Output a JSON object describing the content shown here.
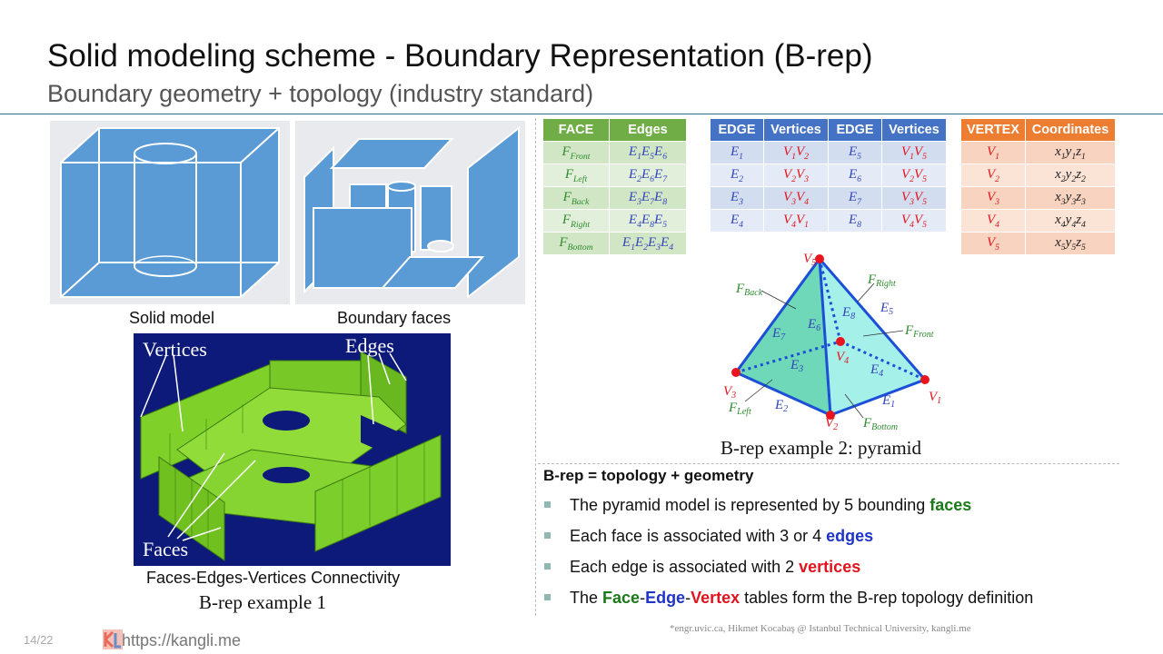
{
  "header": {
    "title": "Solid modeling scheme - Boundary Representation (B-rep)",
    "subtitle": "Boundary geometry + topology (industry standard)"
  },
  "left_panel": {
    "solid_model_caption": "Solid model",
    "boundary_faces_caption": "Boundary faces",
    "example1": {
      "labels": {
        "vertices": "Vertices",
        "edges": "Edges",
        "faces": "Faces"
      },
      "caption": "Faces-Edges-Vertices Connectivity",
      "title": "B-rep example 1"
    }
  },
  "face_table": {
    "headers": [
      "FACE",
      "Edges"
    ],
    "rows": [
      {
        "face": "F",
        "face_sub": "Front",
        "edges": [
          [
            "E",
            "1"
          ],
          [
            "E",
            "5"
          ],
          [
            "E",
            "6"
          ]
        ]
      },
      {
        "face": "F",
        "face_sub": "Left",
        "edges": [
          [
            "E",
            "2"
          ],
          [
            "E",
            "6"
          ],
          [
            "E",
            "7"
          ]
        ]
      },
      {
        "face": "F",
        "face_sub": "Back",
        "edges": [
          [
            "E",
            "3"
          ],
          [
            "E",
            "7"
          ],
          [
            "E",
            "8"
          ]
        ]
      },
      {
        "face": "F",
        "face_sub": "Right",
        "edges": [
          [
            "E",
            "4"
          ],
          [
            "E",
            "8"
          ],
          [
            "E",
            "5"
          ]
        ]
      },
      {
        "face": "F",
        "face_sub": "Bottom",
        "edges": [
          [
            "E",
            "1"
          ],
          [
            "E",
            "2"
          ],
          [
            "E",
            "3"
          ],
          [
            "E",
            "4"
          ]
        ]
      }
    ]
  },
  "edge_table": {
    "headers": [
      "EDGE",
      "Vertices",
      "EDGE",
      "Vertices"
    ],
    "rows": [
      {
        "e1": "1",
        "v1": [
          "1",
          "2"
        ],
        "e2": "5",
        "v2": [
          "1",
          "5"
        ]
      },
      {
        "e1": "2",
        "v1": [
          "2",
          "3"
        ],
        "e2": "6",
        "v2": [
          "2",
          "5"
        ]
      },
      {
        "e1": "3",
        "v1": [
          "3",
          "4"
        ],
        "e2": "7",
        "v2": [
          "3",
          "5"
        ]
      },
      {
        "e1": "4",
        "v1": [
          "4",
          "1"
        ],
        "e2": "8",
        "v2": [
          "4",
          "5"
        ]
      }
    ]
  },
  "vertex_table": {
    "headers": [
      "VERTEX",
      "Coordinates"
    ],
    "rows": [
      "1",
      "2",
      "3",
      "4",
      "5"
    ]
  },
  "pyramid": {
    "caption": "B-rep example 2: pyramid",
    "vertex_labels": [
      "V1",
      "V2",
      "V3",
      "V4",
      "V5"
    ],
    "edge_labels": [
      "E1",
      "E2",
      "E3",
      "E4",
      "E5",
      "E6",
      "E7",
      "E8"
    ],
    "face_labels": [
      "FBack",
      "FRight",
      "FFront",
      "FLeft",
      "FBottom"
    ]
  },
  "bullets": {
    "heading": "B-rep = topology + geometry",
    "items": [
      {
        "pre": "The pyramid model is represented by 5 bounding ",
        "kw": "faces",
        "kw_color": "green",
        "post": ""
      },
      {
        "pre": "Each face is associated with 3 or 4 ",
        "kw": "edges",
        "kw_color": "blue",
        "post": ""
      },
      {
        "pre": "Each edge is associated with 2 ",
        "kw": "vertices",
        "kw_color": "red",
        "post": ""
      }
    ],
    "last": {
      "pre": "The ",
      "face": "Face",
      "dash1": "-",
      "edge": "Edge",
      "dash2": "-",
      "vertex": "Vertex",
      "post": " tables form the B-rep topology definition"
    }
  },
  "footer": {
    "page": "14/22",
    "site": "https://kangli.me",
    "credit": "*engr.uvic.ca, Hikmet Kocabaş @ Istanbul Technical University, kangli.me"
  },
  "colors": {
    "accent_rule": "#2a6f82",
    "face_green": "#70ad47",
    "edge_blue": "#4472c4",
    "vertex_orange": "#ed7d31",
    "pyramid_face": "#7fe0c8",
    "vertex_dot": "#e8141e"
  }
}
